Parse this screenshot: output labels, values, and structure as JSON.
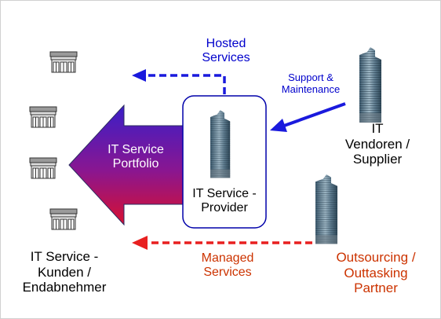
{
  "labels": {
    "hosted_line1": "Hosted",
    "hosted_line2": "Services",
    "support_line1": "Support &",
    "support_line2": "Maintenance",
    "vendor_line1": "IT",
    "vendor_line2": "Vendoren /",
    "vendor_line3": "Supplier",
    "portfolio_line1": "IT Service",
    "portfolio_line2": "Portfolio",
    "provider_line1": "IT Service -",
    "provider_line2": "Provider",
    "customer_line1": "IT Service -",
    "customer_line2": "Kunden /",
    "customer_line3": "Endabnehmer",
    "managed_line1": "Managed",
    "managed_line2": "Services",
    "outsourcing_line1": "Outsourcing /",
    "outsourcing_line2": "Outtasking",
    "outsourcing_line3": "Partner"
  },
  "icons": {
    "store": "store-icon",
    "office_tower": "office-tower-icon"
  },
  "colors": {
    "hosted_blue": "#0000cc",
    "managed_red": "#cc3300",
    "arrow_red": "#e82020",
    "portfolio_top": "#3a1ec8",
    "portfolio_bottom": "#d81030",
    "provider_border": "#0000aa"
  }
}
